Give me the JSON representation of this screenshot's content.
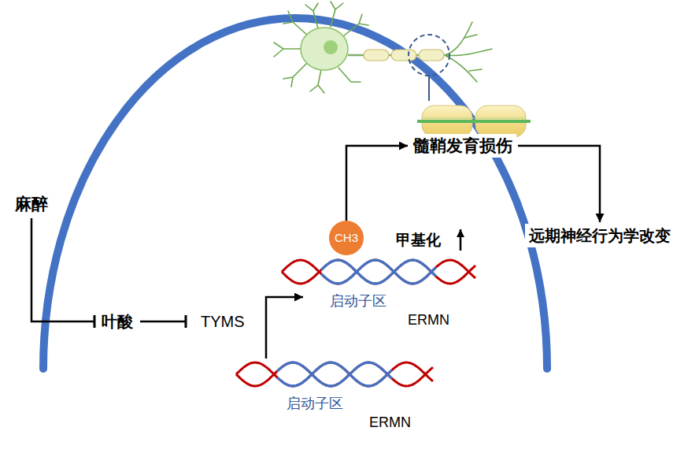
{
  "diagram": {
    "nodes": [
      {
        "text": [
          "麻醉"
        ]
      },
      {
        "text": [
          "叶酸"
        ]
      },
      {
        "text": [
          "TYMS"
        ]
      },
      {
        "text": [
          "启动子区",
          "ERMN"
        ]
      },
      {
        "text": [
          "CH3"
        ]
      },
      {
        "text": [
          "髓鞘发育损伤"
        ]
      },
      {
        "text": [
          "远期神经行为学改变"
        ]
      },
      {
        "text": [
          "启动子区",
          "ERMN"
        ]
      }
    ],
    "edges": [
      {
        "from": 0,
        "to": 1,
        "arrow": "to"
      },
      {
        "from": 1,
        "to": 2,
        "arrow": "to"
      },
      {
        "from": 7,
        "to": 3,
        "arrow": "to"
      },
      {
        "from": 4,
        "to": 5,
        "arrow": "to"
      },
      {
        "from": 5,
        "to": 6,
        "arrow": "to"
      }
    ],
    "labels": [
      "甲基化"
    ]
  }
}
